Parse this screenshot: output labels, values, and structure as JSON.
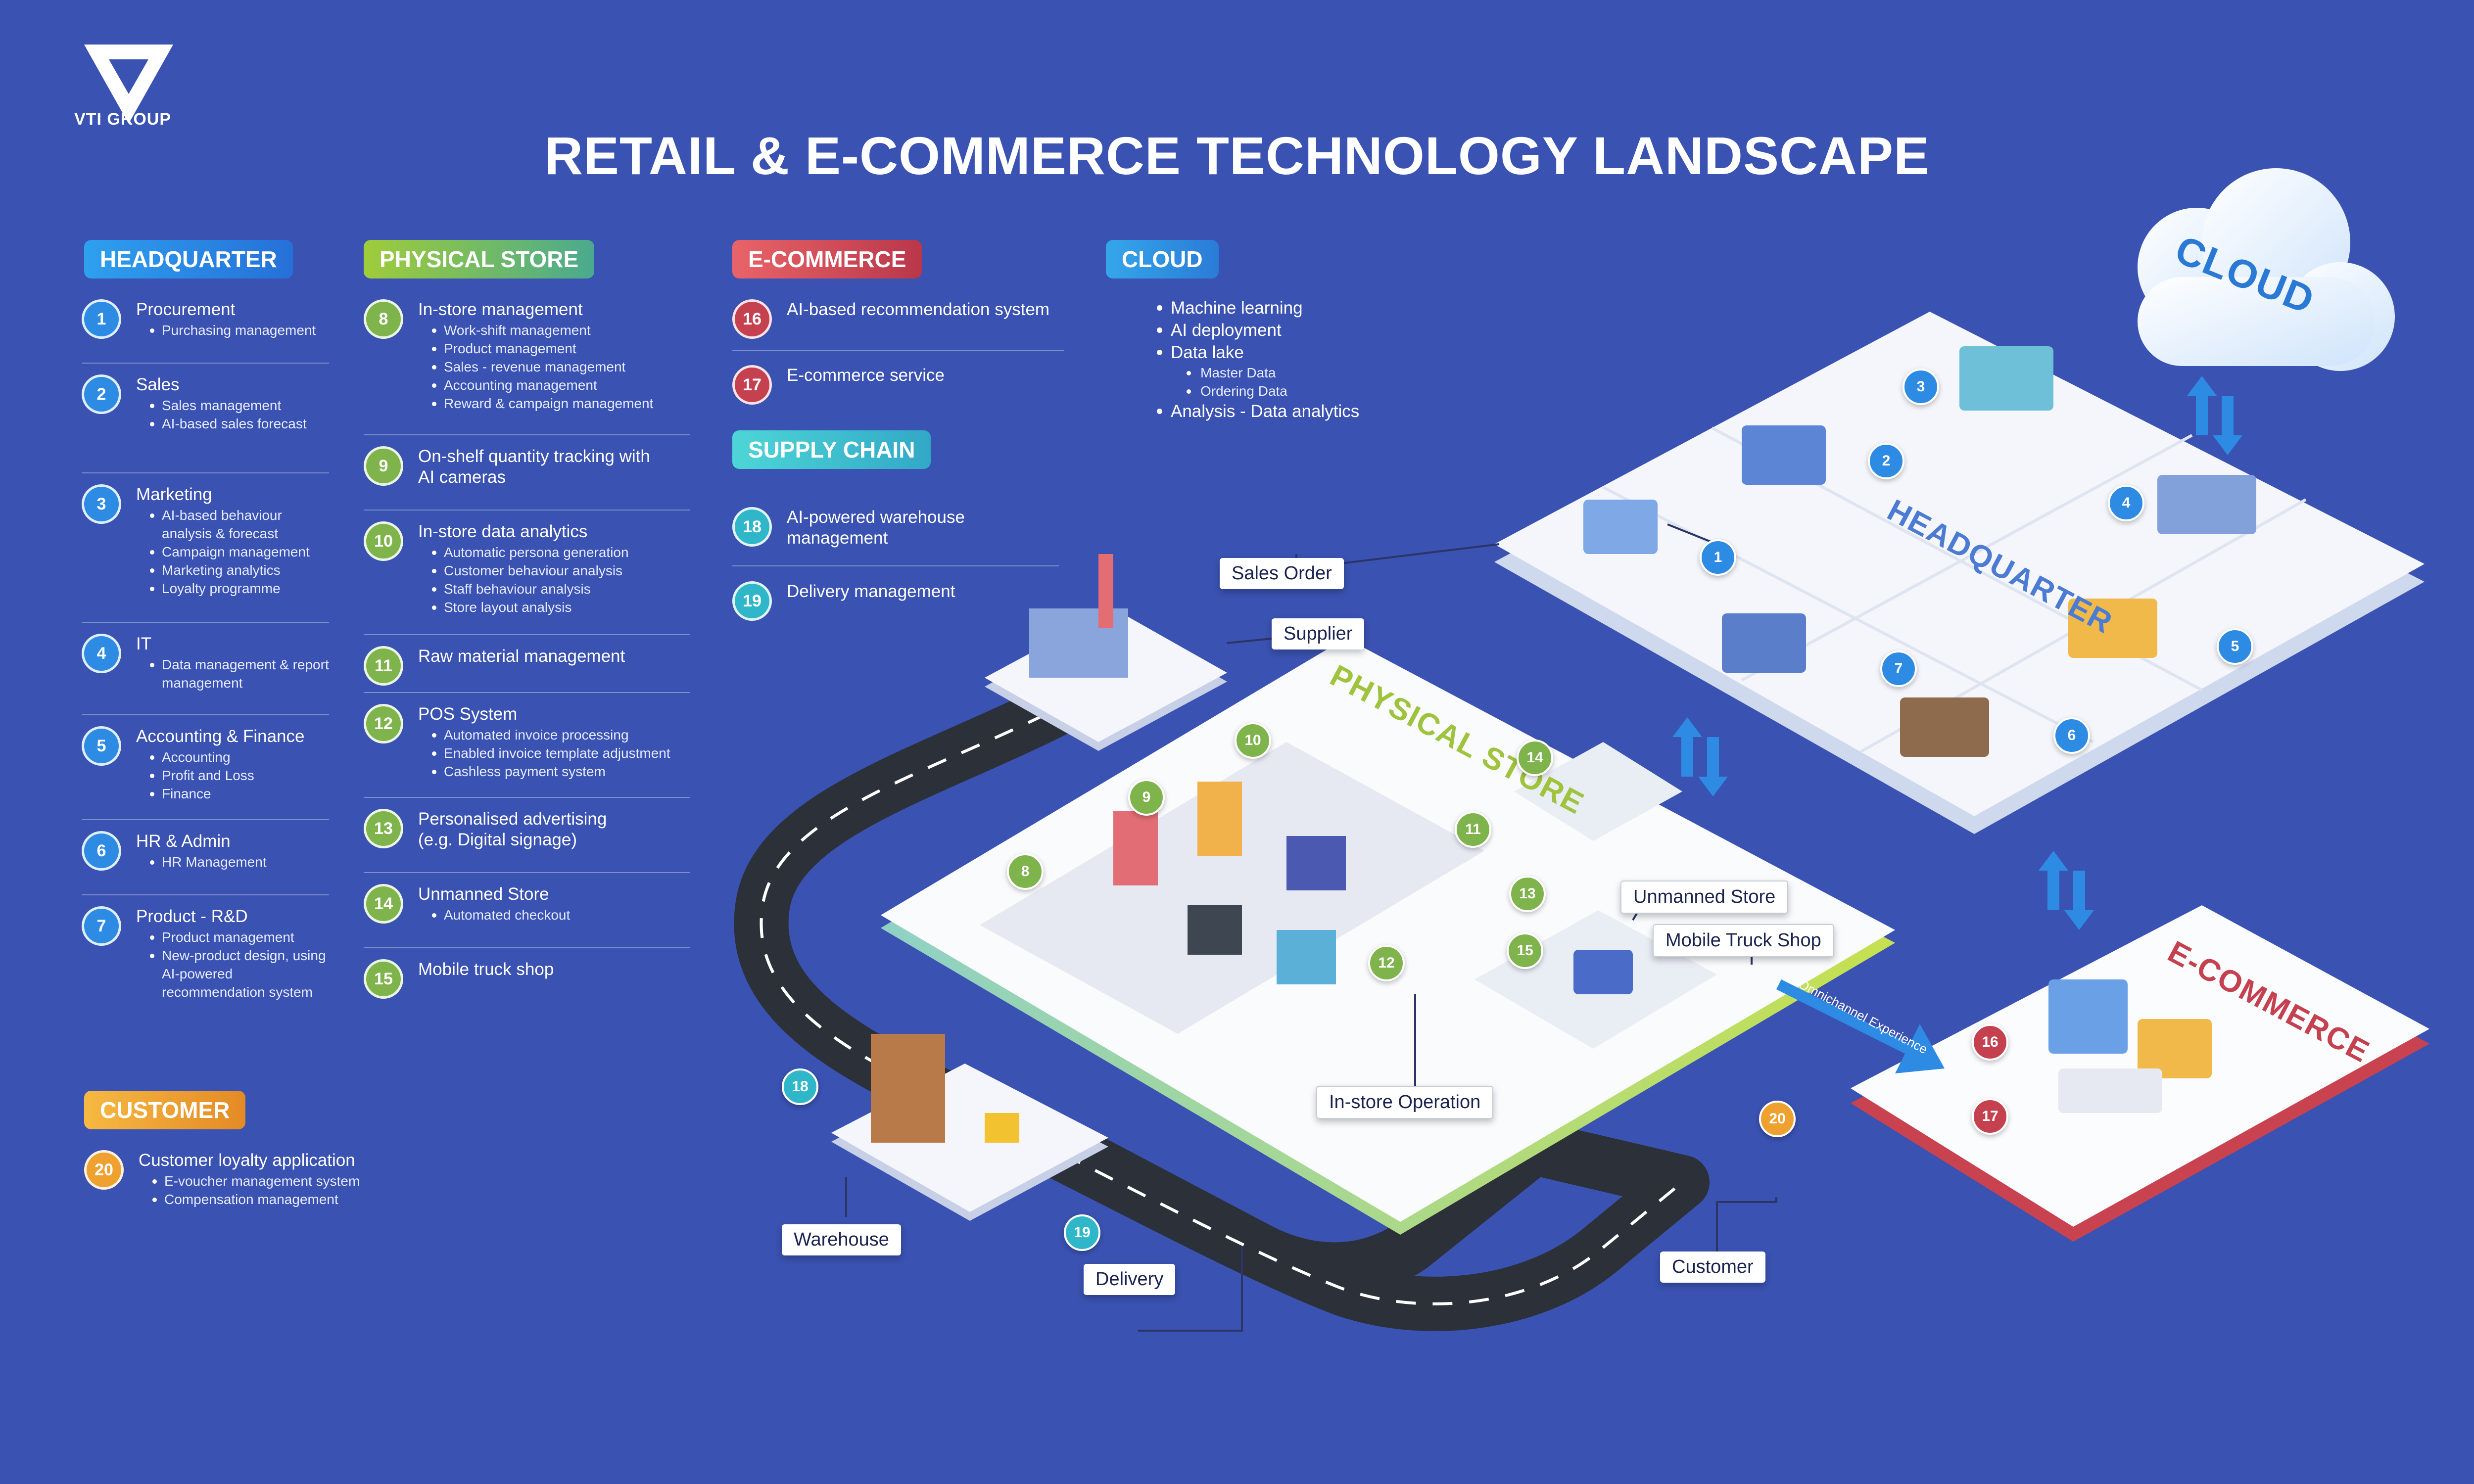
{
  "header": {
    "logo_text": "VTI GROUP",
    "title": "RETAIL & E-COMMERCE TECHNOLOGY LANDSCAPE"
  },
  "colors": {
    "background": "#3a52b1",
    "headquarter": "#2d8be4",
    "physical_store": "#7fb34c",
    "ecommerce": "#c6414f",
    "supply_chain": "#2fb7c9",
    "customer": "#eea12e"
  },
  "sections": {
    "headquarter": {
      "label": "HEADQUARTER",
      "items": [
        {
          "num": "1",
          "title": "Procurement",
          "subs": [
            "Purchasing management"
          ]
        },
        {
          "num": "2",
          "title": "Sales",
          "subs": [
            "Sales management",
            "AI-based sales forecast"
          ]
        },
        {
          "num": "3",
          "title": "Marketing",
          "subs": [
            "AI-based behaviour analysis & forecast",
            "Campaign management",
            "Marketing analytics",
            "Loyalty programme"
          ]
        },
        {
          "num": "4",
          "title": "IT",
          "subs": [
            "Data management & report management"
          ]
        },
        {
          "num": "5",
          "title": "Accounting & Finance",
          "subs": [
            "Accounting",
            "Profit and Loss",
            "Finance"
          ]
        },
        {
          "num": "6",
          "title": "HR & Admin",
          "subs": [
            "HR Management"
          ]
        },
        {
          "num": "7",
          "title": "Product - R&D",
          "subs": [
            "Product management",
            "New-product design, using AI-powered recommendation system"
          ]
        }
      ]
    },
    "physical_store": {
      "label": "PHYSICAL STORE",
      "items": [
        {
          "num": "8",
          "title": "In-store management",
          "subs": [
            "Work-shift management",
            "Product management",
            "Sales - revenue management",
            "Accounting management",
            "Reward & campaign management"
          ]
        },
        {
          "num": "9",
          "title": "On-shelf quantity tracking with AI cameras",
          "subs": []
        },
        {
          "num": "10",
          "title": "In-store data analytics",
          "subs": [
            "Automatic persona generation",
            "Customer behaviour analysis",
            "Staff behaviour analysis",
            "Store layout analysis"
          ]
        },
        {
          "num": "11",
          "title": "Raw material management",
          "subs": []
        },
        {
          "num": "12",
          "title": "POS System",
          "subs": [
            "Automated invoice processing",
            "Enabled invoice template adjustment",
            "Cashless payment system"
          ]
        },
        {
          "num": "13",
          "title": "Personalised advertising (e.g. Digital signage)",
          "subs": []
        },
        {
          "num": "14",
          "title": "Unmanned Store",
          "subs": [
            "Automated checkout"
          ]
        },
        {
          "num": "15",
          "title": "Mobile truck shop",
          "subs": []
        }
      ]
    },
    "ecommerce": {
      "label": "E-COMMERCE",
      "items": [
        {
          "num": "16",
          "title": "AI-based recommendation system",
          "subs": []
        },
        {
          "num": "17",
          "title": "E-commerce service",
          "subs": []
        }
      ]
    },
    "supply_chain": {
      "label": "SUPPLY CHAIN",
      "items": [
        {
          "num": "18",
          "title": "AI-powered warehouse management",
          "subs": []
        },
        {
          "num": "19",
          "title": "Delivery management",
          "subs": []
        }
      ]
    },
    "cloud": {
      "label": "CLOUD",
      "items": [
        "Machine learning",
        "AI deployment",
        "Data lake",
        "Analysis - Data analytics"
      ],
      "data_lake_subs": [
        "Master Data",
        "Ordering Data"
      ]
    },
    "customer": {
      "label": "CUSTOMER",
      "items": [
        {
          "num": "20",
          "title": "Customer loyalty application",
          "subs": [
            "E-voucher management system",
            "Compensation management"
          ]
        }
      ]
    }
  },
  "illustration": {
    "cloud_text": "CLOUD",
    "headquarter_text": "HEADQUARTER",
    "physical_store_text": "PHYSICAL STORE",
    "ecommerce_text": "E-COMMERCE",
    "omnichannel_text": "Omnichannel Experience",
    "labels": {
      "sales_order": "Sales Order",
      "supplier": "Supplier",
      "unmanned_store": "Unmanned Store",
      "mobile_truck_shop": "Mobile Truck Shop",
      "in_store_operation": "In-store Operation",
      "warehouse": "Warehouse",
      "delivery": "Delivery",
      "customer": "Customer"
    }
  }
}
